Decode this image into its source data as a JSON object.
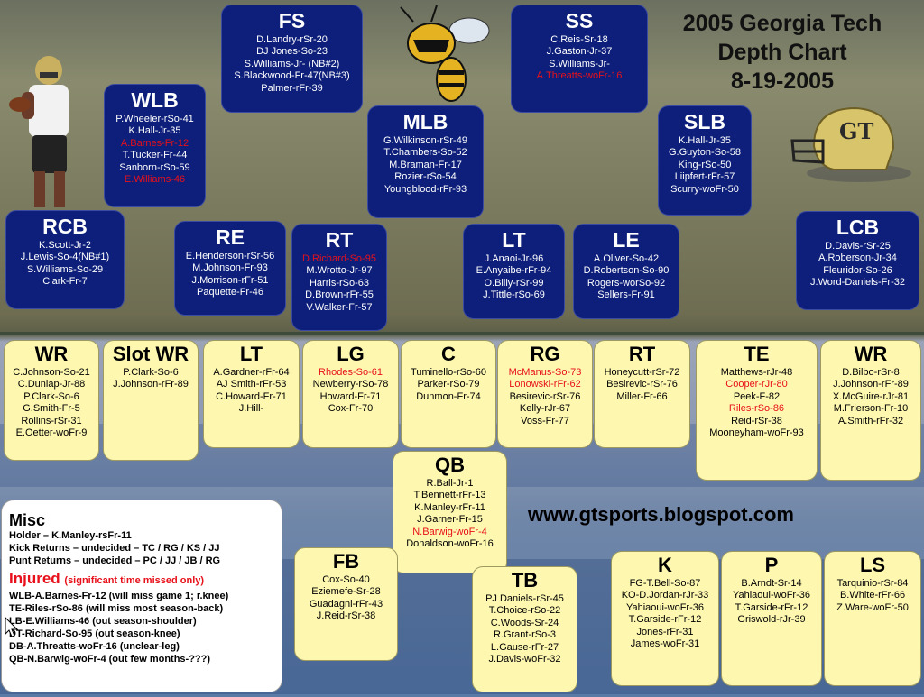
{
  "header": {
    "title_lines": [
      "2005 Georgia Tech",
      "Depth Chart",
      "8-19-2005"
    ],
    "website": "www.gtsports.blogspot.com"
  },
  "colors": {
    "defense_bg": "#0d1f7a",
    "offense_bg": "#fdf7b0",
    "injured_red": "#e8101a"
  },
  "defense": {
    "fs": {
      "title": "FS",
      "players": [
        "D.Landry-rSr-20",
        "DJ Jones-So-23",
        "S.Williams-Jr- (NB#2)",
        "S.Blackwood-Fr-47(NB#3)",
        "Palmer-rFr-39"
      ]
    },
    "ss": {
      "title": "SS",
      "players": [
        "C.Reis-Sr-18",
        "J.Gaston-Jr-37",
        "S.Williams-Jr-",
        "A.Threatts-woFr-16"
      ]
    },
    "wlb": {
      "title": "WLB",
      "players": [
        "P.Wheeler-rSo-41",
        "K.Hall-Jr-35",
        "A.Barnes-Fr-12",
        "T.Tucker-Fr-44",
        "Sanborn-rSo-59",
        "E.Williams-46"
      ]
    },
    "mlb": {
      "title": "MLB",
      "players": [
        "G.Wilkinson-rSr-49",
        "T.Chambers-So-52",
        "M.Braman-Fr-17",
        "Rozier-rSo-54",
        "Youngblood-rFr-93"
      ]
    },
    "slb": {
      "title": "SLB",
      "players": [
        "K.Hall-Jr-35",
        "G.Guyton-So-58",
        "King-rSo-50",
        "Liipfert-rFr-57",
        "Scurry-woFr-50"
      ]
    },
    "rcb": {
      "title": "RCB",
      "players": [
        "K.Scott-Jr-2",
        "J.Lewis-So-4(NB#1)",
        "S.Williams-So-29",
        "Clark-Fr-7"
      ]
    },
    "re": {
      "title": "RE",
      "players": [
        "E.Henderson-rSr-56",
        "M.Johnson-Fr-93",
        "J.Morrison-rFr-51",
        "Paquette-Fr-46"
      ]
    },
    "rt": {
      "title": "RT",
      "players": [
        "D.Richard-So-95",
        "M.Wrotto-Jr-97",
        "Harris-rSo-63",
        "D.Brown-rFr-55",
        "V.Walker-Fr-57"
      ]
    },
    "lt": {
      "title": "LT",
      "players": [
        "J.Anaoi-Jr-96",
        "E.Anyaibe-rFr-94",
        "O.Billy-rSr-99",
        "J.Tittle-rSo-69"
      ]
    },
    "le": {
      "title": "LE",
      "players": [
        "A.Oliver-So-42",
        "D.Robertson-So-90",
        "Rogers-worSo-92",
        "Sellers-Fr-91"
      ]
    },
    "lcb": {
      "title": "LCB",
      "players": [
        "D.Davis-rSr-25",
        "A.Roberson-Jr-34",
        "Fleuridor-So-26",
        "J.Word-Daniels-Fr-32"
      ]
    }
  },
  "offense": {
    "wr1": {
      "title": "WR",
      "players": [
        "C.Johnson-So-21",
        "C.Dunlap-Jr-88",
        "P.Clark-So-6",
        "G.Smith-Fr-5",
        "Rollins-rSr-31",
        "E.Oetter-woFr-9"
      ]
    },
    "slot": {
      "title": "Slot WR",
      "players": [
        "P.Clark-So-6",
        "J.Johnson-rFr-89"
      ]
    },
    "lt": {
      "title": "LT",
      "players": [
        "A.Gardner-rFr-64",
        "AJ Smith-rFr-53",
        "C.Howard-Fr-71",
        "J.Hill-"
      ]
    },
    "lg": {
      "title": "LG",
      "players": [
        "Rhodes-So-61",
        "Newberry-rSo-78",
        "Howard-Fr-71",
        "Cox-Fr-70"
      ]
    },
    "c": {
      "title": "C",
      "players": [
        "Tuminello-rSo-60",
        "Parker-rSo-79",
        "Dunmon-Fr-74"
      ]
    },
    "rg": {
      "title": "RG",
      "players": [
        "McManus-So-73",
        "Lonowski-rFr-62",
        "Besirevic-rSr-76",
        "Kelly-rJr-67",
        "Voss-Fr-77"
      ]
    },
    "rt": {
      "title": "RT",
      "players": [
        "Honeycutt-rSr-72",
        "Besirevic-rSr-76",
        "Miller-Fr-66"
      ]
    },
    "te": {
      "title": "TE",
      "players": [
        "Matthews-rJr-48",
        "Cooper-rJr-80",
        "Peek-F-82",
        "Riles-rSo-86",
        "Reid-rSr-38",
        "Mooneyham-woFr-93"
      ]
    },
    "wr2": {
      "title": "WR",
      "players": [
        "D.Bilbo-rSr-8",
        "J.Johnson-rFr-89",
        "X.McGuire-rJr-81",
        "M.Frierson-Fr-10",
        "A.Smith-rFr-32"
      ]
    },
    "qb": {
      "title": "QB",
      "players": [
        "R.Ball-Jr-1",
        "T.Bennett-rFr-13",
        "K.Manley-rFr-11",
        "J.Garner-Fr-15",
        "N.Barwig-woFr-4",
        "Donaldson-woFr-16"
      ]
    },
    "fb": {
      "title": "FB",
      "players": [
        "Cox-So-40",
        "Eziemefe-Sr-28",
        "Guadagni-rFr-43",
        "J.Reid-rSr-38"
      ]
    },
    "tb": {
      "title": "TB",
      "players": [
        "PJ Daniels-rSr-45",
        "T.Choice-rSo-22",
        "C.Woods-Sr-24",
        "R.Grant-rSo-3",
        "L.Gause-rFr-27",
        "J.Davis-woFr-32"
      ]
    },
    "k": {
      "title": "K",
      "players": [
        "FG-T.Bell-So-87",
        "KO-D.Jordan-rJr-33",
        "Yahiaoui-woFr-36",
        "T.Garside-rFr-12",
        "Jones-rFr-31",
        "James-woFr-31"
      ]
    },
    "p": {
      "title": "P",
      "players": [
        "B.Arndt-Sr-14",
        "Yahiaoui-woFr-36",
        "T.Garside-rFr-12",
        "Griswold-rJr-39"
      ]
    },
    "ls": {
      "title": "LS",
      "players": [
        "Tarquinio-rSr-84",
        "B.White-rFr-66",
        "Z.Ware-woFr-50"
      ]
    }
  },
  "misc": {
    "title": "Misc",
    "lines": [
      "Holder – K.Manley-rsFr-11",
      "Kick Returns – undecided – TC / RG / KS / JJ",
      "Punt Returns – undecided – PC / JJ / JB / RG"
    ],
    "injured_label": "Injured",
    "injured_note": "(significant time missed only)",
    "injured": [
      "WLB-A.Barnes-Fr-12 (will miss game 1; r.knee)",
      "TE-Riles-rSo-86 (will miss most season-back)",
      "LB-E.Williams-46 (out season-shoulder)",
      "DT-Richard-So-95 (out season-knee)",
      "DB-A.Threatts-woFr-16 (unclear-leg)",
      "QB-N.Barwig-woFr-4 (out few months-???)"
    ]
  }
}
